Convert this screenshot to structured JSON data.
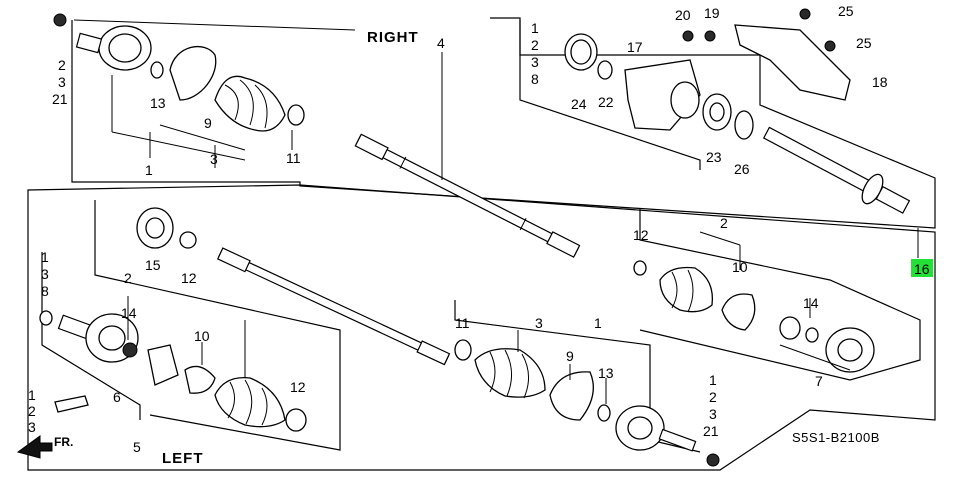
{
  "diagram": {
    "headers": {
      "right": "RIGHT",
      "left": "LEFT"
    },
    "diagram_code": "S5S1-B2100B",
    "front_arrow": "FR.",
    "highlight_color": "#22e036",
    "callouts": {
      "right_group": {
        "n2": "2",
        "n3": "3",
        "n21": "21",
        "n13": "13",
        "n9": "9",
        "n3b": "3",
        "n1": "1",
        "n11": "11",
        "n4": "4"
      },
      "upper_right_group": {
        "n1": "1",
        "n2": "2",
        "n3": "3",
        "n8": "8",
        "n24": "24",
        "n22": "22",
        "n17": "17",
        "n20": "20",
        "n19": "19",
        "n25a": "25",
        "n25b": "25",
        "n18": "18",
        "n23": "23",
        "n26": "26"
      },
      "highlighted": "16",
      "left_group": {
        "n15": "15",
        "n12a": "12",
        "n1": "1",
        "n3": "3",
        "n8": "8",
        "n2": "2",
        "n14": "14",
        "n10": "10",
        "n6": "6",
        "n12b": "12",
        "n5": "5",
        "n11": "11",
        "n3b": "3",
        "n1b": "1",
        "n9": "9",
        "n13": "13",
        "k1": "1",
        "k2": "2",
        "k3": "3",
        "k21": "21",
        "f1": "1",
        "f2": "2",
        "f3": "3"
      },
      "right_inner_group": {
        "n2": "2",
        "n12": "12",
        "n10": "10",
        "n14": "14",
        "n7": "7"
      }
    }
  }
}
